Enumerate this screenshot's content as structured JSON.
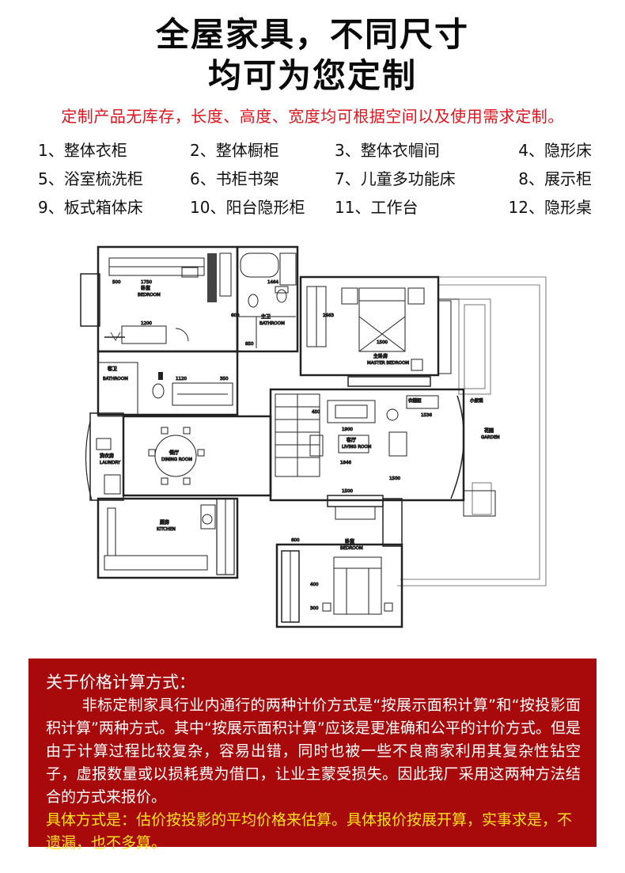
{
  "title": {
    "line1": "全屋家具，不同尺寸",
    "line2": "均可为您定制"
  },
  "subtitle": "定制产品无库存，长度、高度、宽度均可根据空间以及使用需求定制。",
  "items": [
    "1、整体衣柜",
    "2、整体橱柜",
    "3、整体衣帽间",
    "4、隐形床",
    "5、浴室梳洗柜",
    "6、书柜书架",
    "7、儿童多功能床",
    "8、展示柜",
    "9、板式箱体床",
    "10、阳台隐形柜",
    "11、工作台",
    "12、隐形桌"
  ],
  "floorplan": {
    "rooms": {
      "bedroom_top": "卧室",
      "bedroom_top_en": "BEDROOM",
      "bathroom_top": "主卫",
      "bathroom_top_en": "BATHROOM",
      "master": "主卧房",
      "master_en": "MASTER BEDROOM",
      "bathroom_small": "客卫",
      "bathroom_small_en": "BATHROOM",
      "dining": "餐厅",
      "dining_en": "DINING ROOM",
      "laundry": "洗衣房",
      "laundry_en": "LAUNDRY",
      "kitchen": "厨房",
      "kitchen_en": "KITCHEN",
      "living": "客厅",
      "living_en": "LIVING ROOM",
      "garden": "花园",
      "garden_en": "GARDEN",
      "bedroom_bottom": "卧室",
      "bedroom_bottom_en": "BEDROOM",
      "cabinet_note": "衣帽柜",
      "garden_note": "小景观"
    },
    "dims": {
      "d500": "500",
      "d1750": "1750",
      "d1464": "1464",
      "d1200": "1200",
      "d2463": "2463",
      "d1500": "1500",
      "d1120": "1120",
      "d350": "350",
      "d850": "850",
      "d600": "600",
      "d450": "450",
      "d1900": "1900",
      "d1536": "1536",
      "d1846": "1846",
      "d1500b": "1500",
      "d1500c": "1500",
      "d600b": "600",
      "d400": "400",
      "d300": "300"
    }
  },
  "price": {
    "heading": "关于价格计算方式：",
    "body": "非标定制家具行业内通行的两种计价方式是“按展示面积计算”和“按投影面积计算”两种方式。其中“按展示面积计算”应该是更准确和公平的计价方式。但是由于计算过程比较复杂，容易出错，同时也被一些不良商家利用其复杂性钻空子，虚报数量或以损耗费为借口，让业主蒙受损失。因此我厂采用这两种方法结合的方式来报价。",
    "note": "具体方式是：估价按投影的平均价格来估算。具体报价按展开算，实事求是，不遗漏，也不多算。"
  },
  "colors": {
    "title": "#0a0a0a",
    "subtitle": "#e0141e",
    "price_bg": "#a80a0c",
    "price_text": "#ffffff",
    "price_note": "#ffe317"
  }
}
